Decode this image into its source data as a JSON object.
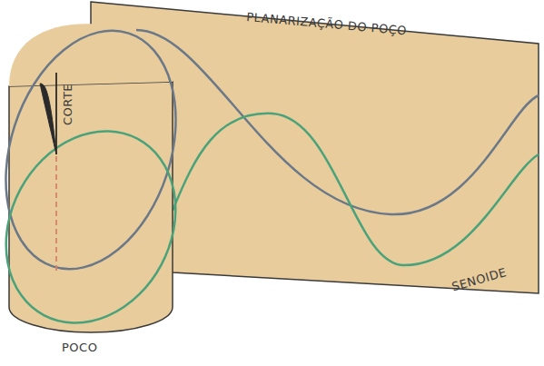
{
  "diagram": {
    "labels": [
      "PLANARIZAÇÃO DO POÇO",
      "CORTE",
      "SENOIDE",
      "POCO"
    ]
  }
}
